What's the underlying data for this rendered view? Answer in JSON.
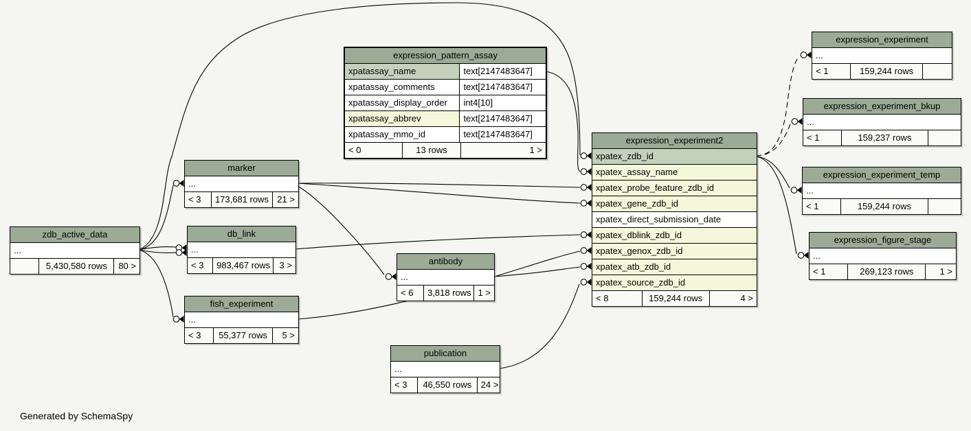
{
  "diagram": {
    "generated_by": "Generated by SchemaSpy",
    "colors": {
      "header_green": "#9bab96",
      "primary_key_green": "#c3d1bc",
      "indexed_column_yellow": "#f4f7da",
      "footer_gray": "#fafaf7",
      "background": "#f5f5f2",
      "edge_black": "#000000"
    },
    "tables": [
      {
        "id": "expression_pattern_assay",
        "name": "expression_pattern_assay",
        "emphasized": true,
        "two_col": true,
        "columns": [
          {
            "label": "xpatassay_name",
            "type": "text[2147483647]",
            "style": "pk"
          },
          {
            "label": "xpatassay_comments",
            "type": "text[2147483647]",
            "style": "plain"
          },
          {
            "label": "xpatassay_display_order",
            "type": "int4[10]",
            "style": "plain"
          },
          {
            "label": "xpatassay_abbrev",
            "type": "text[2147483647]",
            "style": "fk"
          },
          {
            "label": "xpatassay_mmo_id",
            "type": "text[2147483647]",
            "style": "plain"
          }
        ],
        "footer": [
          "< 0",
          "13 rows",
          "1 >"
        ]
      },
      {
        "id": "expression_experiment2",
        "name": "expression_experiment2",
        "emphasized": false,
        "two_col": false,
        "columns": [
          {
            "label": "xpatex_zdb_id",
            "style": "pk"
          },
          {
            "label": "xpatex_assay_name",
            "style": "fk"
          },
          {
            "label": "xpatex_probe_feature_zdb_id",
            "style": "fk"
          },
          {
            "label": "xpatex_gene_zdb_id",
            "style": "fk"
          },
          {
            "label": "xpatex_direct_submission_date",
            "style": "plain"
          },
          {
            "label": "xpatex_dblink_zdb_id",
            "style": "fk"
          },
          {
            "label": "xpatex_genox_zdb_id",
            "style": "fk"
          },
          {
            "label": "xpatex_atb_zdb_id",
            "style": "fk"
          },
          {
            "label": "xpatex_source_zdb_id",
            "style": "fk"
          }
        ],
        "footer": [
          "< 8",
          "159,244 rows",
          "4 >"
        ]
      },
      {
        "id": "zdb_active_data",
        "name": "zdb_active_data",
        "emphasized": false,
        "two_col": false,
        "columns": [
          {
            "label": "...",
            "style": "plain"
          }
        ],
        "footer": [
          "",
          "5,430,580 rows",
          "80 >"
        ]
      },
      {
        "id": "marker",
        "name": "marker",
        "emphasized": false,
        "two_col": false,
        "columns": [
          {
            "label": "...",
            "style": "plain"
          }
        ],
        "footer": [
          "< 3",
          "173,681 rows",
          "21 >"
        ]
      },
      {
        "id": "db_link",
        "name": "db_link",
        "emphasized": false,
        "two_col": false,
        "columns": [
          {
            "label": "...",
            "style": "plain"
          }
        ],
        "footer": [
          "< 3",
          "983,467 rows",
          "3 >"
        ]
      },
      {
        "id": "fish_experiment",
        "name": "fish_experiment",
        "emphasized": false,
        "two_col": false,
        "columns": [
          {
            "label": "...",
            "style": "plain"
          }
        ],
        "footer": [
          "< 3",
          "55,377 rows",
          "5 >"
        ]
      },
      {
        "id": "antibody",
        "name": "antibody",
        "emphasized": false,
        "two_col": false,
        "columns": [
          {
            "label": "...",
            "style": "plain"
          }
        ],
        "footer": [
          "< 6",
          "3,818 rows",
          "1 >"
        ]
      },
      {
        "id": "publication",
        "name": "publication",
        "emphasized": false,
        "two_col": false,
        "columns": [
          {
            "label": "...",
            "style": "plain"
          }
        ],
        "footer": [
          "< 3",
          "46,550 rows",
          "24 >"
        ]
      },
      {
        "id": "expression_experiment",
        "name": "expression_experiment",
        "emphasized": false,
        "two_col": false,
        "columns": [
          {
            "label": "...",
            "style": "plain"
          }
        ],
        "footer": [
          "< 1",
          "159,244 rows",
          ""
        ]
      },
      {
        "id": "expression_experiment_bkup",
        "name": "expression_experiment_bkup",
        "emphasized": false,
        "two_col": false,
        "columns": [
          {
            "label": "...",
            "style": "plain"
          }
        ],
        "footer": [
          "< 1",
          "159,237 rows",
          ""
        ]
      },
      {
        "id": "expression_experiment_temp",
        "name": "expression_experiment_temp",
        "emphasized": false,
        "two_col": false,
        "columns": [
          {
            "label": "...",
            "style": "plain"
          }
        ],
        "footer": [
          "< 1",
          "159,244 rows",
          ""
        ]
      },
      {
        "id": "expression_figure_stage",
        "name": "expression_figure_stage",
        "emphasized": false,
        "two_col": false,
        "columns": [
          {
            "label": "...",
            "style": "plain"
          }
        ],
        "footer": [
          "< 1",
          "269,123 rows",
          "1 >"
        ]
      }
    ],
    "edges": [
      {
        "from": "zdb_active_data",
        "to": "marker",
        "style": "solid"
      },
      {
        "from": "zdb_active_data",
        "to": "db_link",
        "style": "solid"
      },
      {
        "from": "zdb_active_data",
        "to": "db_link",
        "style": "solid"
      },
      {
        "from": "zdb_active_data",
        "to": "fish_experiment",
        "style": "solid"
      },
      {
        "from": "zdb_active_data",
        "to": "expression_experiment2.xpatex_zdb_id",
        "style": "solid"
      },
      {
        "from": "expression_pattern_assay.xpatassay_name",
        "to": "expression_experiment2.xpatex_assay_name",
        "style": "solid"
      },
      {
        "from": "marker",
        "to": "expression_experiment2.xpatex_probe_feature_zdb_id",
        "style": "solid"
      },
      {
        "from": "marker",
        "to": "expression_experiment2.xpatex_gene_zdb_id",
        "style": "solid"
      },
      {
        "from": "marker",
        "to": "antibody",
        "style": "solid"
      },
      {
        "from": "db_link",
        "to": "expression_experiment2.xpatex_dblink_zdb_id",
        "style": "solid"
      },
      {
        "from": "fish_experiment",
        "to": "expression_experiment2.xpatex_genox_zdb_id",
        "style": "solid"
      },
      {
        "from": "antibody",
        "to": "expression_experiment2.xpatex_atb_zdb_id",
        "style": "solid"
      },
      {
        "from": "publication",
        "to": "expression_experiment2.xpatex_source_zdb_id",
        "style": "solid"
      },
      {
        "from": "expression_experiment2.xpatex_zdb_id",
        "to": "expression_experiment",
        "style": "dashed"
      },
      {
        "from": "expression_experiment2.xpatex_zdb_id",
        "to": "expression_experiment_bkup",
        "style": "dashed"
      },
      {
        "from": "expression_experiment2.xpatex_zdb_id",
        "to": "expression_experiment_temp",
        "style": "solid"
      },
      {
        "from": "expression_experiment2.xpatex_zdb_id",
        "to": "expression_figure_stage",
        "style": "solid"
      }
    ]
  }
}
